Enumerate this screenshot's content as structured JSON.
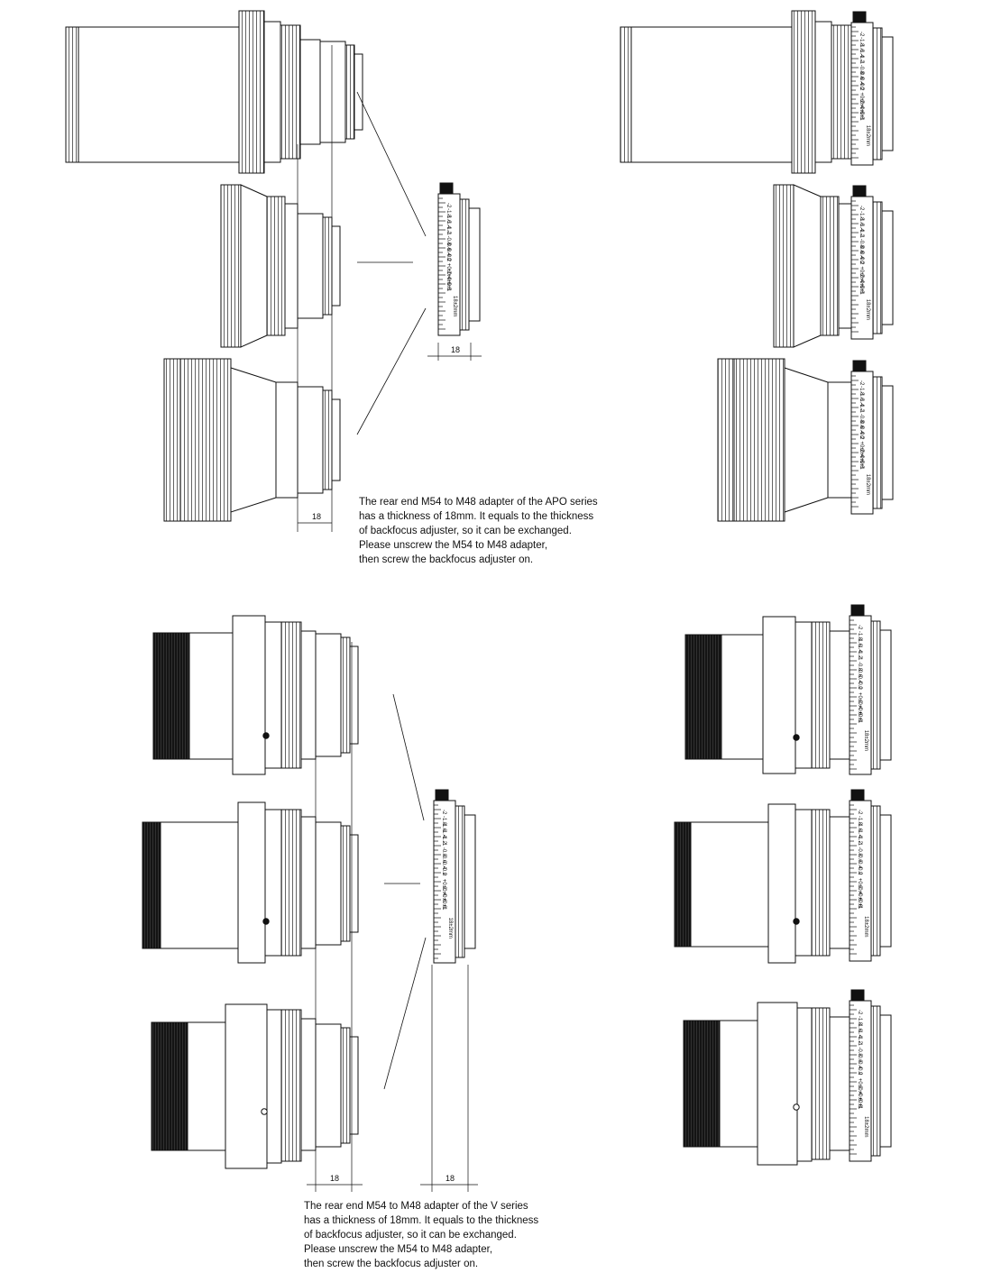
{
  "colors": {
    "line": "#111111",
    "background": "#ffffff",
    "dark_grip": "#141414"
  },
  "dimension_labels": {
    "apo_stack": "18",
    "apo_adjuster": "18",
    "v_stack": "18",
    "v_adjuster": "18"
  },
  "adjuster_scale_label": "18±2mm",
  "adjuster_scale_ticks": [
    "-2",
    "-1.8",
    "-1.6",
    "-1.4",
    "-1.2",
    "-1",
    "-0.8",
    "-0.6",
    "-0.4",
    "-0.2",
    "0",
    "+0.2",
    "+0.4",
    "+0.6",
    "+0.8",
    "+1"
  ],
  "apo_note": {
    "lines": [
      "The rear end M54 to M48 adapter of the APO series",
      "has a thickness of 18mm. It equals to the thickness",
      "of backfocus adjuster, so it can be exchanged.",
      "Please unscrew the M54 to M48 adapter,",
      "then screw the backfocus adjuster on."
    ]
  },
  "v_note": {
    "lines": [
      "The rear end M54 to M48 adapter of the V series",
      "has a thickness of 18mm. It equals to the thickness",
      "of backfocus adjuster, so it can be exchanged.",
      "Please unscrew the M54 to M48 adapter,",
      "then screw the backfocus adjuster on."
    ]
  }
}
